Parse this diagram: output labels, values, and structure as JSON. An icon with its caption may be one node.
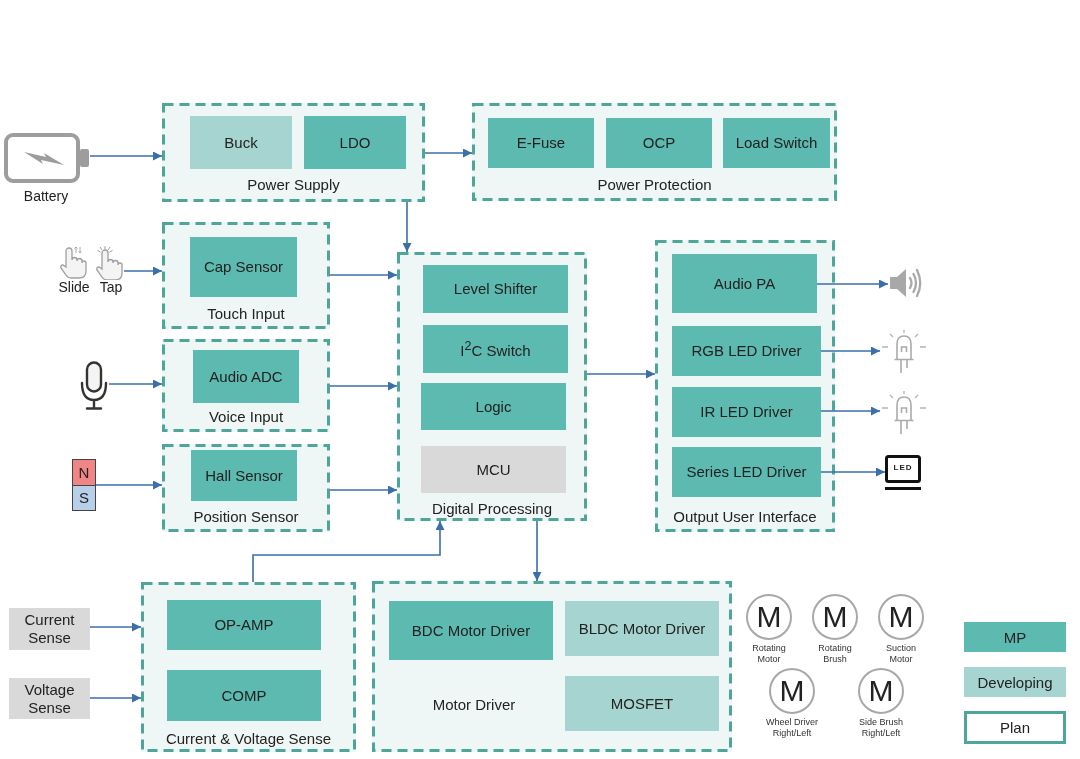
{
  "diagram": {
    "nodes": [
      {
        "text": [],
        "shape": "picture",
        "beside": [
          "Battery"
        ]
      },
      {
        "text": [
          "Power Supply"
        ]
      },
      {
        "text": [
          "Buck"
        ],
        "in": 1
      },
      {
        "text": [
          "LDO"
        ],
        "in": 1
      },
      {
        "text": [
          "Power Protection"
        ]
      },
      {
        "text": [
          "E-Fuse"
        ],
        "in": 4
      },
      {
        "text": [
          "OCP"
        ],
        "in": 4
      },
      {
        "text": [
          "Load Switch"
        ],
        "in": 4
      },
      {
        "text": [],
        "shape": "picture",
        "beside": [
          "Slide",
          "Tap"
        ]
      },
      {
        "text": [
          "Touch Input"
        ]
      },
      {
        "text": [
          "Cap Sensor"
        ],
        "in": 9
      },
      {
        "text": [
          "Digital Processing"
        ]
      },
      {
        "text": [
          "Level Shifter"
        ],
        "in": 11
      },
      {
        "text": [
          "I$^{2}$C Switch"
        ],
        "in": 11
      },
      {
        "text": [
          "Logic"
        ],
        "in": 11
      },
      {
        "text": [
          "MCU"
        ],
        "in": 11
      },
      {
        "text": [
          "Output User Interface"
        ]
      },
      {
        "text": [
          "Audio PA"
        ],
        "in": 16
      },
      {
        "text": [
          "RGB LED Driver"
        ],
        "in": 16
      },
      {
        "text": [
          "IR LED Driver"
        ],
        "in": 16
      },
      {
        "text": [
          "Series LED Driver"
        ],
        "in": 16
      },
      {
        "text": [],
        "shape": "picture"
      },
      {
        "text": [],
        "shape": "picture"
      },
      {
        "text": [],
        "shape": "picture"
      },
      {
        "text": [
          "LED"
        ]
      },
      {
        "text": [],
        "shape": "picture"
      },
      {
        "text": [
          "Voice Input"
        ]
      },
      {
        "text": [
          "Audio ADC"
        ],
        "in": 26
      },
      {
        "text": [
          "N",
          "S"
        ]
      },
      {
        "text": [
          "Position Sensor"
        ]
      },
      {
        "text": [
          "Hall Sensor"
        ],
        "in": 29
      },
      {
        "text": [
          "Current Sense"
        ]
      },
      {
        "text": [
          "Voltage Sense"
        ]
      },
      {
        "text": [
          "Current & Voltage Sense"
        ]
      },
      {
        "text": [
          "OP-AMP"
        ],
        "in": 33
      },
      {
        "text": [
          "COMP"
        ],
        "in": 33
      },
      {
        "text": [
          "Motor Driver"
        ]
      },
      {
        "text": [
          "BDC Motor Driver"
        ],
        "in": 36
      },
      {
        "text": [
          "BLDC Motor Driver"
        ],
        "in": 36
      },
      {
        "text": [
          "MOSFET"
        ],
        "in": 36
      },
      {
        "text": [
          "M"
        ],
        "beside": [
          "Rotating Motor"
        ]
      },
      {
        "text": [
          "M"
        ],
        "beside": [
          "Rotating Brush"
        ]
      },
      {
        "text": [
          "M"
        ],
        "beside": [
          "Suction Motor"
        ]
      },
      {
        "text": [
          "M"
        ],
        "beside": [
          "Wheel Driver Right/Left"
        ]
      },
      {
        "text": [
          "M"
        ],
        "beside": [
          "Side Brush Right/Left"
        ]
      }
    ],
    "edges": [
      {
        "from": 0,
        "to": 1,
        "arrow": "to"
      },
      {
        "from": 1,
        "to": 4,
        "arrow": "to"
      },
      {
        "from": 1,
        "to": 11,
        "arrow": "to"
      },
      {
        "from": 8,
        "to": 9,
        "arrow": "to"
      },
      {
        "from": 9,
        "to": 11,
        "arrow": "to"
      },
      {
        "from": 25,
        "to": 26,
        "arrow": "to"
      },
      {
        "from": 26,
        "to": 11,
        "arrow": "to"
      },
      {
        "from": 28,
        "to": 29,
        "arrow": "to"
      },
      {
        "from": 29,
        "to": 11,
        "arrow": "to"
      },
      {
        "from": 11,
        "to": 16,
        "arrow": "to"
      },
      {
        "from": 17,
        "to": 21,
        "arrow": "to"
      },
      {
        "from": 18,
        "to": 22,
        "arrow": "to"
      },
      {
        "from": 19,
        "to": 23,
        "arrow": "to"
      },
      {
        "from": 20,
        "to": 24,
        "arrow": "to"
      },
      {
        "from": 31,
        "to": 33,
        "arrow": "to"
      },
      {
        "from": 32,
        "to": 33,
        "arrow": "to"
      },
      {
        "from": 33,
        "to": 11,
        "arrow": "to"
      },
      {
        "from": 11,
        "to": 36,
        "arrow": "to"
      }
    ],
    "legend": [
      {
        "text": "MP",
        "color": "#5dbab0"
      },
      {
        "text": "Developing",
        "color": "#a6d5d1"
      },
      {
        "text": "Plan"
      }
    ]
  }
}
